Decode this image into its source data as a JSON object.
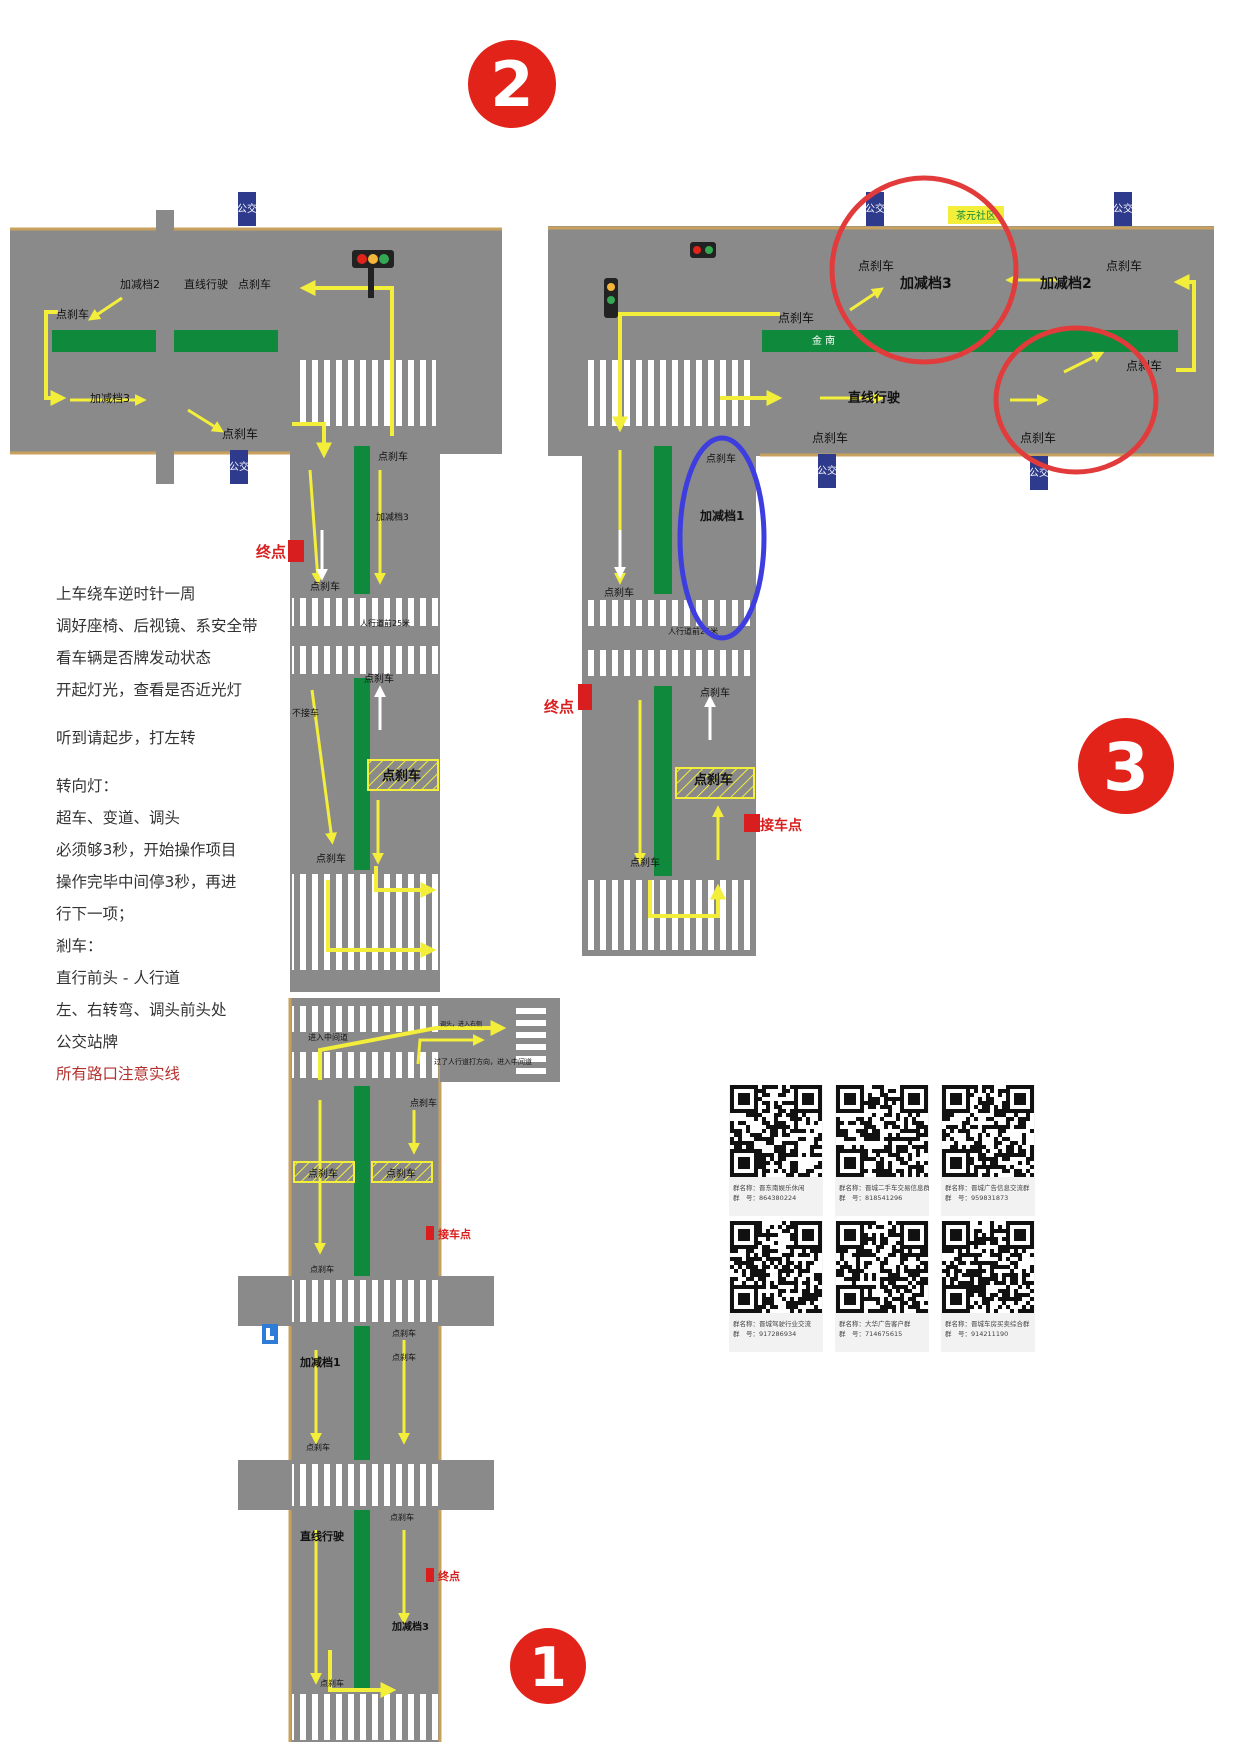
{
  "badges": {
    "two": "2",
    "three": "3",
    "one": "1"
  },
  "labels": {
    "dian_sha_che": "点刹车",
    "jia_jian_dang_2": "加减档2",
    "jia_jian_dang_3": "加减档3",
    "jia_jian_dang_1": "加减档1",
    "zhi_xian_xing_shi": "直线行驶",
    "zhong_dian": "终点",
    "jie_che_dian": "接车点",
    "gong_jiao": "公交",
    "bu_jie_che": "不接车",
    "ren_xing_dao": "人行道前25米",
    "jin_ru_zhong_jian_dao": "进入中间道",
    "chao_che": "过了人行道打方向，进入中间道",
    "diao_tou": "调头，进入右侧",
    "jin_yuan": "金 南",
    "cha_yuan": "茶元社区"
  },
  "notes": [
    "上车绕车逆时针一周",
    "调好座椅、后视镜、系安全带",
    "看车辆是否牌发动状态",
    "开起灯光，查看是否近光灯",
    "",
    "听到请起步，打左转",
    "",
    "转向灯：",
    "超车、变道、调头",
    "必须够3秒，开始操作项目",
    "操作完毕中间停3秒，再进",
    "行下一项；",
    "剎车：",
    "直行前头 - 人行道",
    "左、右转弯、调头前头处",
    "公交站牌",
    "所有路口注意实线"
  ],
  "qr_groups": [
    {
      "name": "群名称：晋东南娱乐休闲",
      "number": "群　号：864380224"
    },
    {
      "name": "群名称：晋城二手车交易信息群",
      "number": "群　号：818541296"
    },
    {
      "name": "群名称：晋城广告信息交流群",
      "number": "群　号：959831873"
    },
    {
      "name": "群名称：晋城驾驶行业交流",
      "number": "群　号：917286934"
    },
    {
      "name": "群名称：大华广告客户群",
      "number": "群　号：714675615"
    },
    {
      "name": "群名称：晋城车房买卖综合群",
      "number": "群　号：914211190"
    }
  ],
  "colors": {
    "road": "#8a8a8a",
    "road_edge": "#c8a15e",
    "median": "#0f8a3c",
    "arrow_yellow": "#f3ee3a",
    "highlight_red": "#e23b3b",
    "highlight_blue": "#3d3de0",
    "badge_red": "#e2231a",
    "bus_sign": "#2e3a8c",
    "marker_red": "#d81e1e",
    "white_arrow": "#ffffff",
    "label_text": "#111111"
  }
}
